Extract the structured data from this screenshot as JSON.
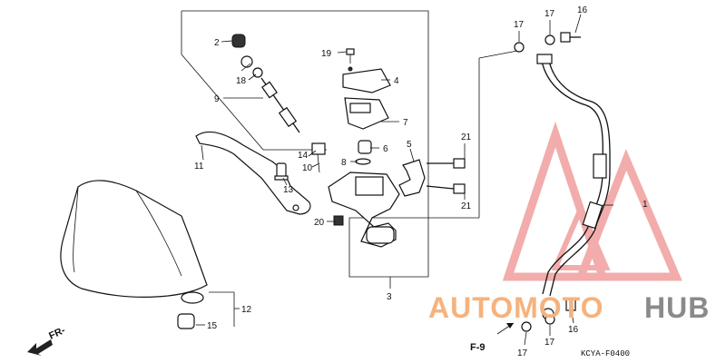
{
  "diagram": {
    "drawing_code": "KCYA-F0400",
    "page_ref": "F-9",
    "direction_label": "FR-",
    "watermark": {
      "left": "AUTOMOTO",
      "right": "HUB",
      "colors": {
        "triangle": "#e86a6a",
        "left": "#f6b27d",
        "right": "#8a8a8a"
      }
    },
    "labels": {
      "p1": "1",
      "p2": "2",
      "p3": "3",
      "p4": "4",
      "p5": "5",
      "p6": "6",
      "p7": "7",
      "p8": "8",
      "p9": "9",
      "p10": "10",
      "p11": "11",
      "p12": "12",
      "p13": "13",
      "p14": "14",
      "p15": "15",
      "p16a": "16",
      "p16b": "16",
      "p17a": "17",
      "p17b": "17",
      "p17c": "17",
      "p17d": "17",
      "p18": "18",
      "p19": "19",
      "p20": "20",
      "p21a": "21",
      "p21b": "21"
    }
  }
}
